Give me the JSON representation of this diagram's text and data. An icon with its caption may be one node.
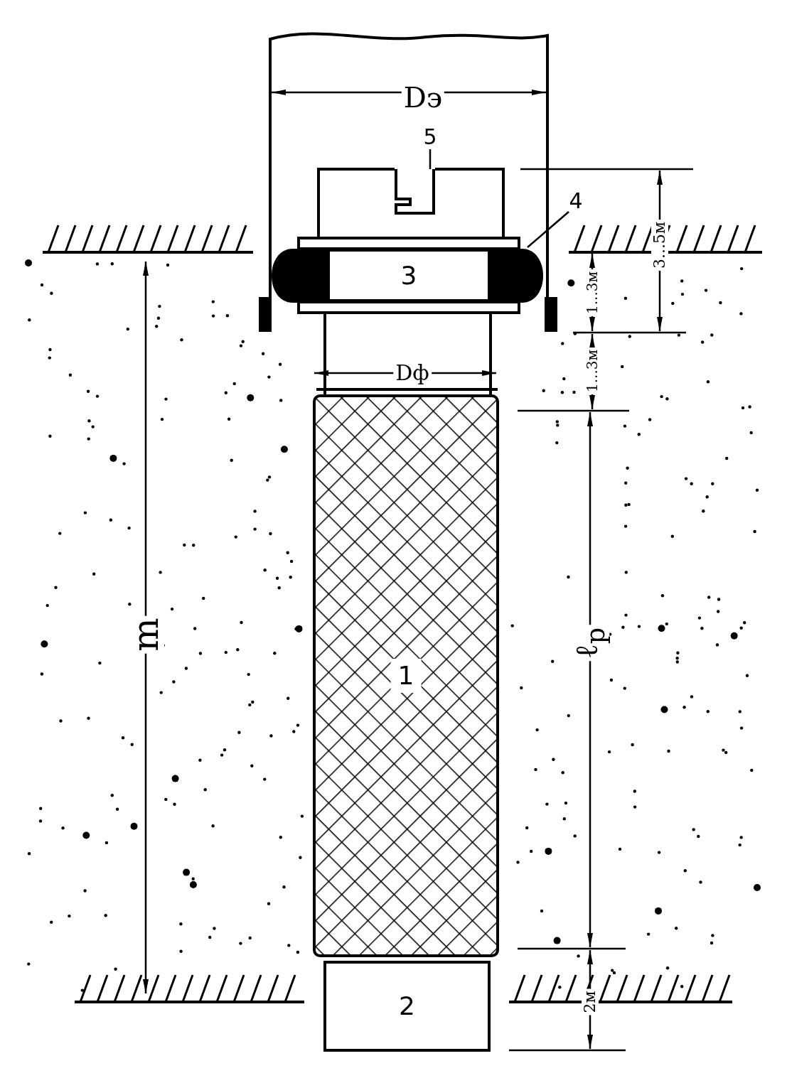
{
  "diagram": {
    "nodes": [
      {
        "text": [
          "5"
        ]
      },
      {
        "text": [],
        "shape": "picture"
      },
      {
        "text": [
          "4"
        ]
      },
      {
        "text": [],
        "shape": "oval"
      },
      {
        "text": [
          "3"
        ]
      },
      {
        "text": [
          "1"
        ]
      },
      {
        "text": [
          "2"
        ]
      }
    ],
    "edges": [
      {
        "from": 0,
        "to": 1,
        "arrow": "none"
      },
      {
        "from": 2,
        "to": 3,
        "arrow": "none"
      }
    ],
    "labels": [
      "Dэ",
      "3...5м",
      "1...3м",
      "Dф",
      "1...3м",
      "m",
      "ℓ$_{р}$",
      "2м"
    ]
  }
}
